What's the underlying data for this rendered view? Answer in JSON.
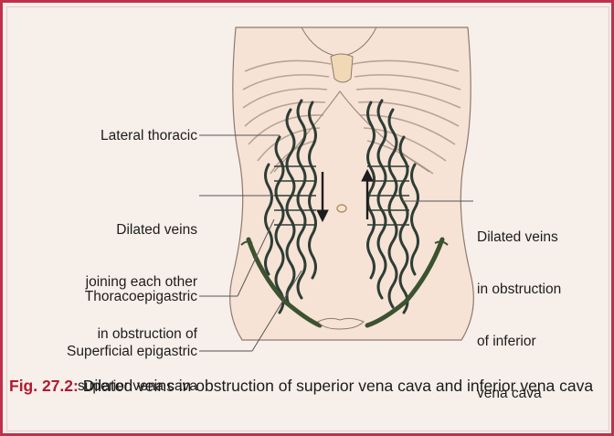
{
  "labels": {
    "lateral_thoracic": "Lateral thoracic",
    "dilated_svc": [
      "Dilated veins",
      "joining each other",
      "in obstruction of",
      "superior vena cava"
    ],
    "dilated_ivc": [
      "Dilated veins",
      "in obstruction",
      "of inferior",
      "vena cava"
    ],
    "thoracoepigastric": "Thoracoepigastric",
    "superficial_epigastric": "Superficial epigastric"
  },
  "caption": {
    "fig_number": "Fig. 27.2:",
    "text": " Dilated veins in obstruction of superior vena cava and inferior vena cava"
  },
  "colors": {
    "border": "#c0304a",
    "skin": "#f6e3d6",
    "outline": "#8c7a6e",
    "vein": "#2e3d35",
    "vein_green": "#3c5230",
    "caption_number": "#b3192f"
  },
  "arrows": {
    "left": "down",
    "right": "up"
  }
}
